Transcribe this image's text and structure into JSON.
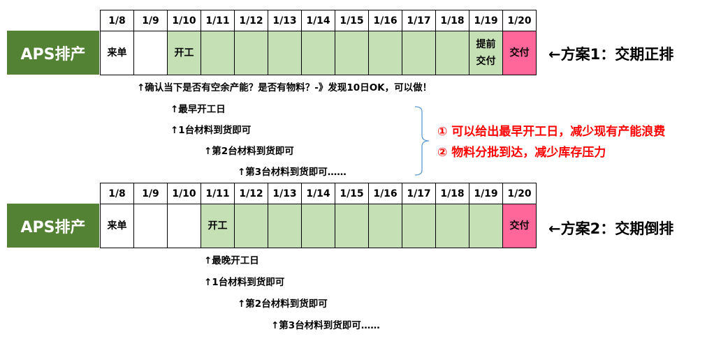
{
  "dates": [
    "1/8",
    "1/9",
    "1/10",
    "1/11",
    "1/12",
    "1/13",
    "1/14",
    "1/15",
    "1/16",
    "1/17",
    "1/18",
    "1/19",
    "1/20"
  ],
  "label": "APS排产",
  "plan1": {
    "cells": [
      "来单",
      "",
      "开工",
      "",
      "",
      "",
      "",
      "",
      "",
      "",
      "",
      "提前交付",
      "交付"
    ],
    "fills": [
      "w",
      "w",
      "g",
      "g",
      "g",
      "g",
      "g",
      "g",
      "g",
      "g",
      "g",
      "g",
      "p"
    ],
    "title": "←方案1：交期正排",
    "notes": [
      "↑确认当下是否有空余产能？是否有物料？-》发现10日OK，可以做！",
      "↑最早开工日",
      "↑1台材料到货即可",
      "↑第2台材料到货即可",
      "↑第3台材料到货即可……"
    ]
  },
  "plan2": {
    "cells": [
      "来单",
      "",
      "",
      "开工",
      "",
      "",
      "",
      "",
      "",
      "",
      "",
      "",
      "交付"
    ],
    "fills": [
      "w",
      "w",
      "w",
      "g",
      "g",
      "g",
      "g",
      "g",
      "g",
      "g",
      "g",
      "g",
      "p"
    ],
    "title": "←方案2：交期倒排",
    "notes": [
      "↑最晚开工日",
      "↑1台材料到货即可",
      "↑第2台材料到货即可",
      "↑第3台材料到货即可……"
    ]
  },
  "benefits": [
    "① 可以给出最早开工日，减少现有产能浪费",
    "② 物料分批到达，减少库存压力"
  ],
  "colors": {
    "label": "#548235",
    "green": "#c5e0b4",
    "pink": "#ff6699",
    "red": "#ff0000",
    "brace": "#5b9bd5"
  }
}
